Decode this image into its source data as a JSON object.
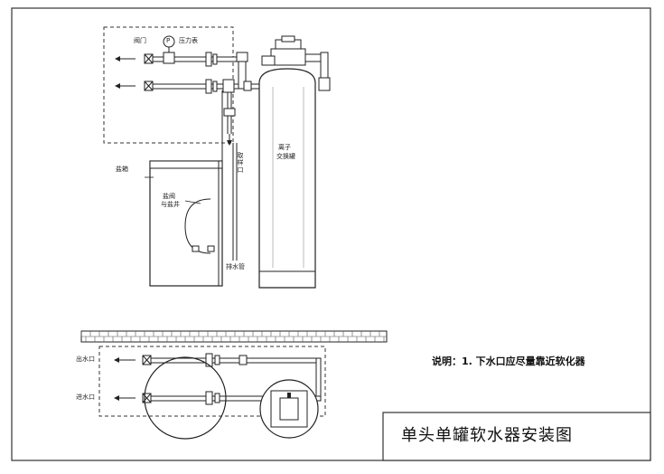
{
  "labels": {
    "valve": "阀门",
    "pressure_gauge": "压力表",
    "gauge_letter": "P",
    "resin_tank_line1": "离子",
    "resin_tank_line2": "交换罐",
    "sampling_port": "取样口",
    "brine_tank": "盐箱",
    "brine_valve_line1": "盐阀",
    "brine_valve_line2": "与盐井",
    "drain_pipe": "排水管",
    "outlet": "出水口",
    "inlet": "进水口"
  },
  "note": "说明：1. 下水口应尽量靠近软化器",
  "title": "单头单罐软水器安装图"
}
